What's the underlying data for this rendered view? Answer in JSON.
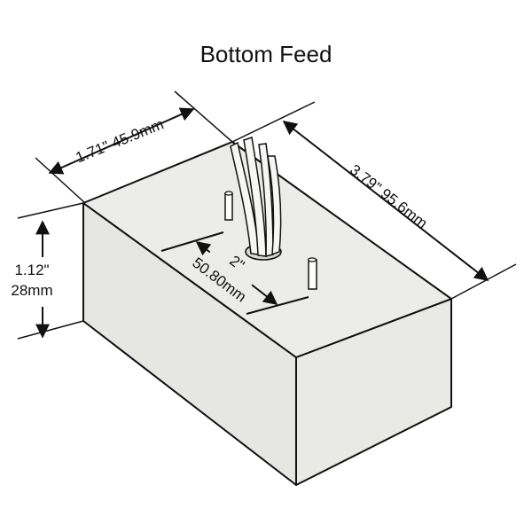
{
  "title": "Bottom Feed",
  "dimensions": {
    "width": "1.71\" 45.9mm",
    "length": "3.79\" 95.6mm",
    "height_in": "1.12\"",
    "height_mm": "28mm",
    "stud_in": "2\"",
    "stud_mm": "50.80mm"
  },
  "colors": {
    "line": "#111111",
    "face": "#ececea"
  }
}
